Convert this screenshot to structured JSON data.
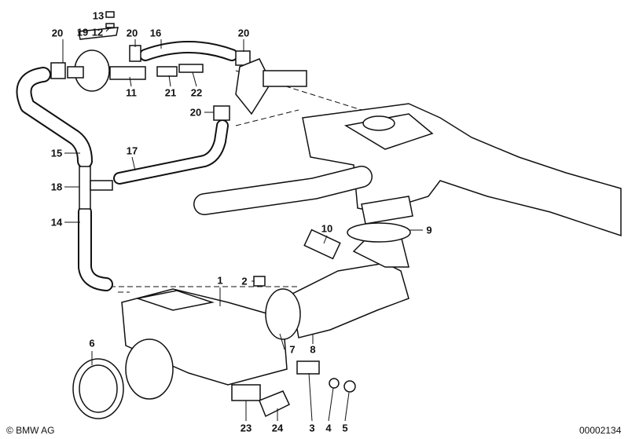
{
  "diagram": {
    "labels": [
      {
        "id": "13",
        "text": "13"
      },
      {
        "id": "12",
        "text": "12"
      },
      {
        "id": "19",
        "text": "19"
      },
      {
        "id": "20a",
        "text": "20"
      },
      {
        "id": "20b",
        "text": "20"
      },
      {
        "id": "16",
        "text": "16"
      },
      {
        "id": "20c",
        "text": "20"
      },
      {
        "id": "11",
        "text": "11"
      },
      {
        "id": "21",
        "text": "21"
      },
      {
        "id": "22",
        "text": "22"
      },
      {
        "id": "20d",
        "text": "20"
      },
      {
        "id": "15",
        "text": "15"
      },
      {
        "id": "17",
        "text": "17"
      },
      {
        "id": "18",
        "text": "18"
      },
      {
        "id": "14",
        "text": "14"
      },
      {
        "id": "10",
        "text": "10"
      },
      {
        "id": "9",
        "text": "9"
      },
      {
        "id": "2",
        "text": "2"
      },
      {
        "id": "1",
        "text": "1"
      },
      {
        "id": "6",
        "text": "6"
      },
      {
        "id": "7",
        "text": "7"
      },
      {
        "id": "8",
        "text": "8"
      },
      {
        "id": "23",
        "text": "23"
      },
      {
        "id": "24",
        "text": "24"
      },
      {
        "id": "3",
        "text": "3"
      },
      {
        "id": "4",
        "text": "4"
      },
      {
        "id": "5",
        "text": "5"
      }
    ],
    "copyright": "© BMW AG",
    "image_number": "00002134"
  }
}
